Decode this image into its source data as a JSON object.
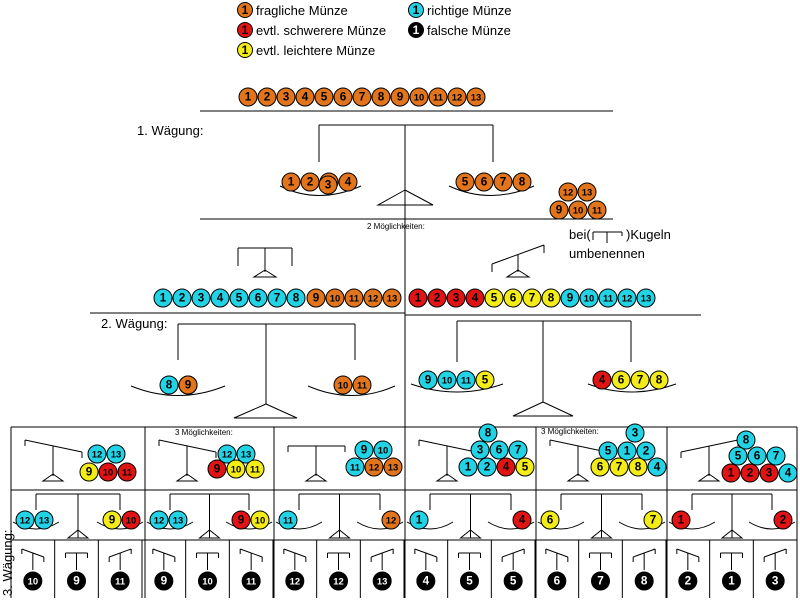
{
  "colors": {
    "orange": "#e2741c",
    "cyan": "#22d3e6",
    "red": "#e01414",
    "yellow": "#f4ec16",
    "black": "#000000",
    "line": "#000000"
  },
  "legend": {
    "fragliche": {
      "num": "1",
      "label": "fragliche Münze"
    },
    "richtige": {
      "num": "1",
      "label": "richtige Münze"
    },
    "schwerere": {
      "num": "1",
      "label": "evtl. schwerere Münze"
    },
    "falsche": {
      "num": "1",
      "label": "falsche Münze"
    },
    "leichtere": {
      "num": "1",
      "label": "evtl. leichtere Münze"
    }
  },
  "labels": {
    "weighing1": "1. Wägung:",
    "weighing2": "2. Wägung:",
    "weighing3": "3. Wägung:",
    "two_options": "2 Möglichkeiten:",
    "three_options_left": "3 Möglichkeiten:",
    "three_options_right": "3 Möglichkeiten:",
    "rename_line1": "bei(",
    "rename_line1b": ")Kugeln",
    "rename_line2": "umbenennen"
  },
  "coins": {
    "row_top": [
      "1",
      "2",
      "3",
      "4",
      "5",
      "6",
      "7",
      "8",
      "9",
      "10",
      "11",
      "12",
      "13"
    ],
    "w1_left": [
      "1",
      "2",
      "3",
      "4"
    ],
    "w1_right": [
      "5",
      "6",
      "7",
      "8"
    ],
    "w1_aside_top": [
      "12",
      "13"
    ],
    "w1_aside_bottom": [
      "9",
      "10",
      "11"
    ],
    "row2_left_cyan": [
      "1",
      "2",
      "3",
      "4",
      "5",
      "6",
      "7",
      "8"
    ],
    "row2_left_orange": [
      "9",
      "10",
      "11",
      "12",
      "13"
    ],
    "row2_right_red": [
      "1",
      "2",
      "3",
      "4"
    ],
    "row2_right_yellow": [
      "5",
      "6",
      "7",
      "8"
    ],
    "row2_right_cyan": [
      "9",
      "10",
      "11",
      "12",
      "13"
    ],
    "w2a_left": [
      "8",
      "9"
    ],
    "w2a_right": [
      "10",
      "11"
    ],
    "w2b_left": [
      "9",
      "10",
      "11",
      "5"
    ],
    "w2b_right": [
      "4",
      "6",
      "7",
      "8"
    ],
    "g1_top": [
      "12",
      "13"
    ],
    "g1_bottom": [
      "9",
      "10",
      "11"
    ],
    "g2_top": [
      "12",
      "13"
    ],
    "g2_bottom": [
      "9",
      "10",
      "11"
    ],
    "g3_top": [
      "9",
      "10"
    ],
    "g3_bottom": [
      "11",
      "12",
      "13"
    ],
    "g4_top": [
      "8"
    ],
    "g4_mid": [
      "3",
      "6",
      "7"
    ],
    "g4_bottom": [
      "1",
      "2",
      "4",
      "5"
    ],
    "g5_top": [
      "3"
    ],
    "g5_mid": [
      "5",
      "1",
      "2"
    ],
    "g5_bottom": [
      "6",
      "7",
      "8",
      "4"
    ],
    "g6_top": [
      "8"
    ],
    "g6_mid": [
      "5",
      "6",
      "7"
    ],
    "g6_bottom": [
      "1",
      "2",
      "3",
      "4"
    ],
    "w3": [
      {
        "left": [
          "12",
          "13"
        ],
        "right": [
          "9",
          "10"
        ]
      },
      {
        "left": [
          "12",
          "13"
        ],
        "right": [
          "9",
          "10"
        ]
      },
      {
        "left": [
          "11"
        ],
        "right": [
          "12"
        ]
      },
      {
        "left": [
          "1"
        ],
        "right": [
          "4"
        ]
      },
      {
        "left": [
          "6"
        ],
        "right": [
          "7"
        ]
      },
      {
        "left": [
          "1"
        ],
        "right": [
          "2"
        ]
      }
    ],
    "final": [
      "10",
      "9",
      "11",
      "9",
      "10",
      "11",
      "12",
      "12",
      "13",
      "4",
      "5",
      "5",
      "6",
      "7",
      "8",
      "2",
      "1",
      "3"
    ]
  }
}
